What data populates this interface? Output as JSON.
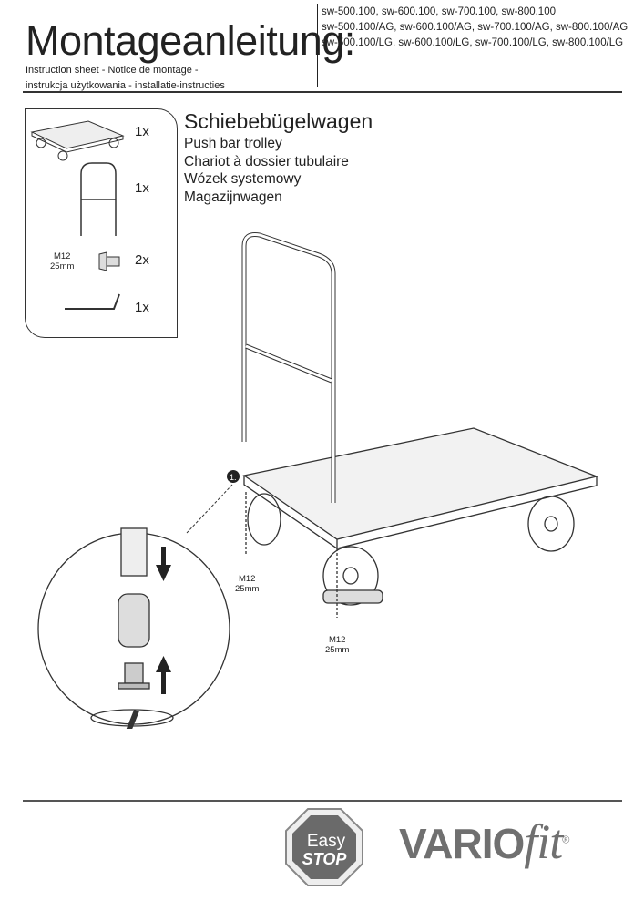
{
  "header": {
    "title": "Montageanleitung:",
    "subtitle_line1": "Instruction sheet - Notice de montage  -",
    "subtitle_line2": "instrukcja użytkowania - installatie-instructies",
    "models": [
      "sw-500.100, sw-600.100, sw-700.100, sw-800.100",
      "sw-500.100/AG, sw-600.100/AG, sw-700.100/AG, sw-800.100/AG",
      "sw-500.100/LG, sw-600.100/LG, sw-700.100/LG, sw-800.100/LG"
    ]
  },
  "parts": {
    "items": [
      {
        "name": "platform",
        "qty": "1x"
      },
      {
        "name": "push-bar",
        "qty": "1x"
      },
      {
        "name": "screw",
        "qty": "2x",
        "label1": "M12",
        "label2": "25mm"
      },
      {
        "name": "hex-key",
        "qty": "1x"
      }
    ]
  },
  "product": {
    "title": "Schiebebügelwagen",
    "translations": [
      "Push bar trolley",
      "Chariot à dossier tubulaire",
      "Wózek systemowy",
      "Magazijnwagen"
    ]
  },
  "diagram": {
    "step": "1.",
    "screw_label1": "M12",
    "screw_label2": "25mm"
  },
  "footer": {
    "easystop_line1": "Easy",
    "easystop_line2": "STOP",
    "brand_main": "VARIO",
    "brand_fit": "fit",
    "registered": "®"
  }
}
